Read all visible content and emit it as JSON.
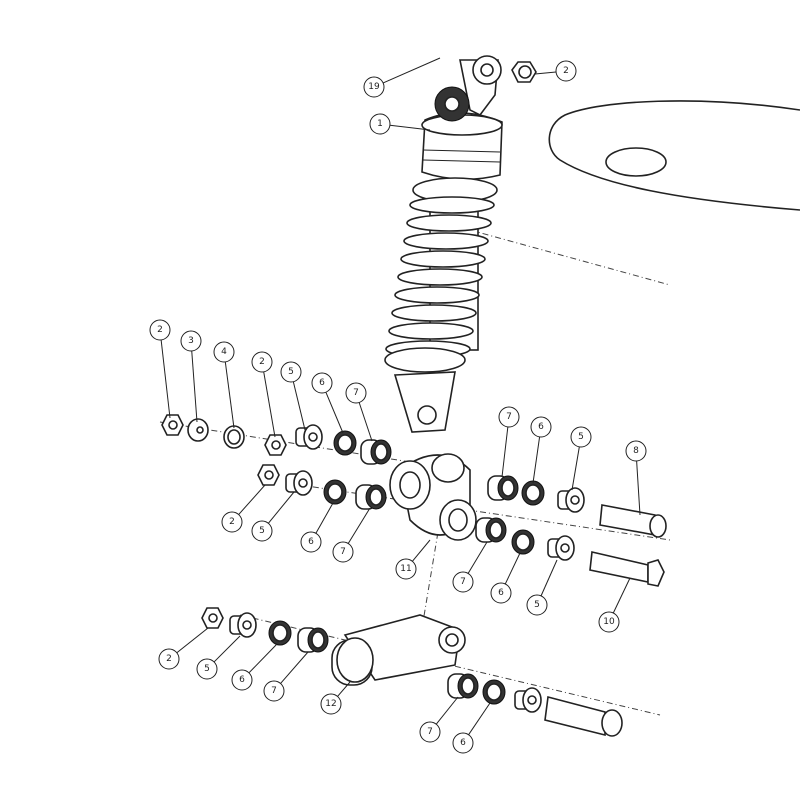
{
  "diagram": {
    "title": "Rear suspension exploded view",
    "callouts": [
      "19",
      "2",
      "1",
      "2",
      "3",
      "4",
      "2",
      "5",
      "6",
      "7",
      "7",
      "6",
      "5",
      "8",
      "2",
      "5",
      "6",
      "7",
      "11",
      "7",
      "6",
      "5",
      "10",
      "2",
      "5",
      "6",
      "7",
      "12",
      "7",
      "6"
    ]
  }
}
